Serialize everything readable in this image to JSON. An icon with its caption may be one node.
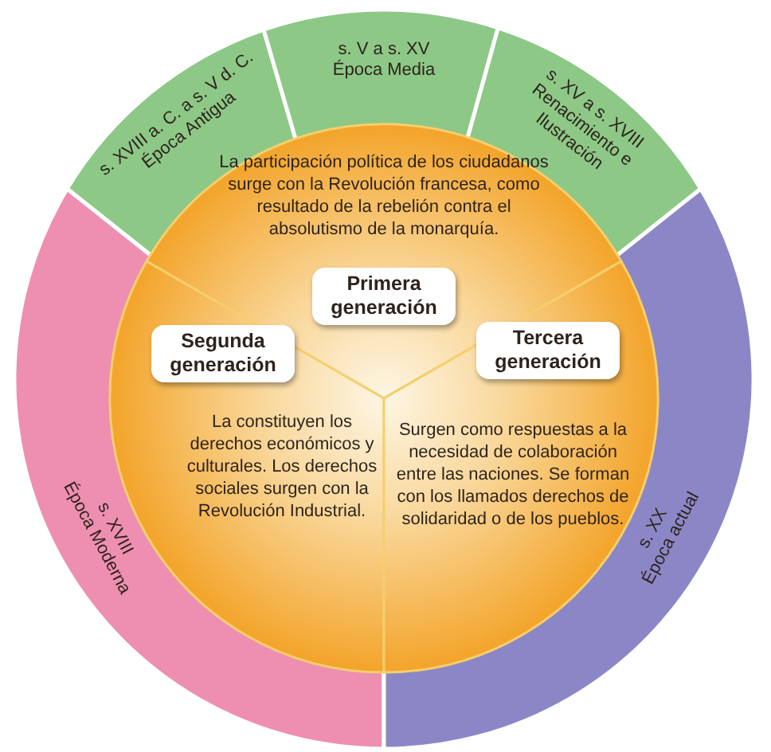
{
  "diagram": {
    "nodes": [
      {
        "text": [
          "s. XVIII a. C. a s. V d. C.",
          "Época Antigua"
        ]
      },
      {
        "text": [
          "s. V a s. XV",
          "Época Media"
        ]
      },
      {
        "text": [
          "s. XV a s. XVIII",
          "Renacimiento e Ilustración"
        ]
      },
      {
        "text": [
          "La participación política de los ciudadanos surge con la Revolución francesa, como resultado de la rebelión contra el absolutismo de la monarquía."
        ]
      },
      {
        "text": [
          "Primera generación"
        ],
        "in": 3
      },
      {
        "text": [
          "s. XVIII",
          "Época Moderna"
        ]
      },
      {
        "text": [
          "La constituyen los derechos económicos y culturales. Los derechos sociales surgen con la Revolución Industrial."
        ]
      },
      {
        "text": [
          "Segunda generación"
        ],
        "in": 6
      },
      {
        "text": [
          "Surgen como respuestas a la necesidad de colaboración entre las naciones. Se forman con los llamados derechos de solidaridad o de los pueblos."
        ]
      },
      {
        "text": [
          "Tercera generación"
        ],
        "in": 8
      },
      {
        "text": [
          "s. XX",
          "Época actual"
        ]
      }
    ]
  }
}
